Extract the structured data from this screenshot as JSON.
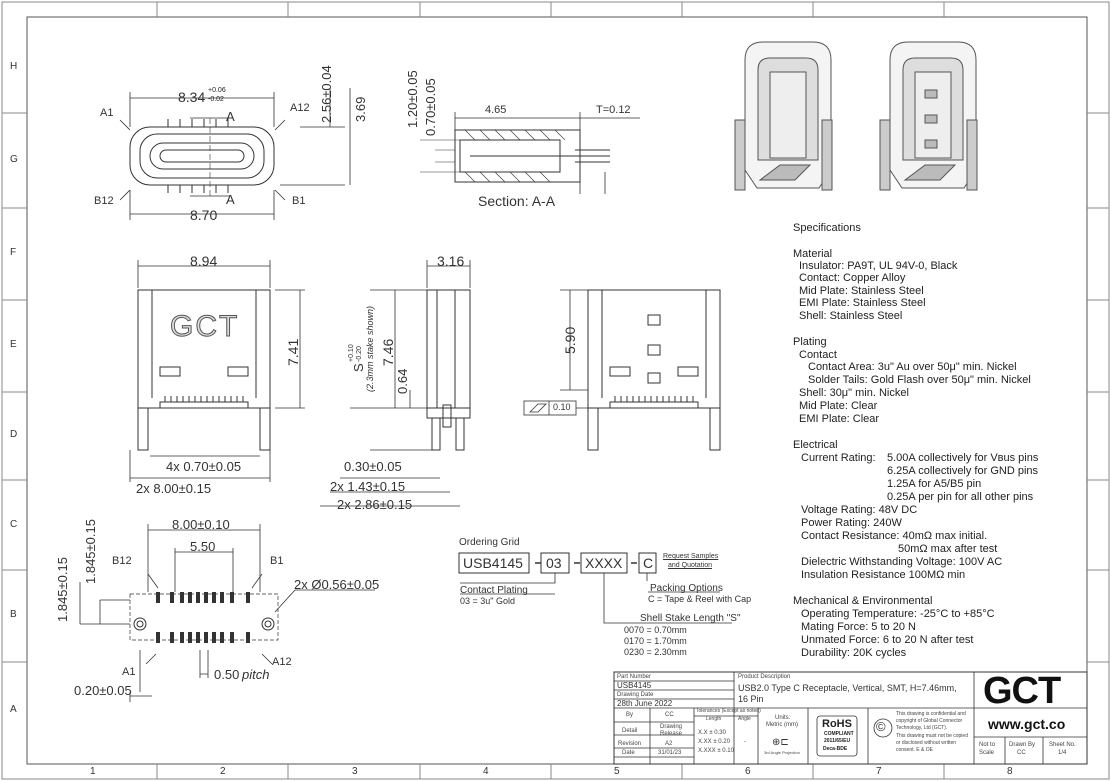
{
  "zone_letters": [
    "H",
    "G",
    "F",
    "E",
    "D",
    "C",
    "B",
    "A"
  ],
  "zone_numbers": [
    "1",
    "2",
    "3",
    "4",
    "5",
    "6",
    "7",
    "8"
  ],
  "top_view": {
    "width_dim": "8.34",
    "width_tol_plus": "+0.06",
    "width_tol_minus": "-0.02",
    "section_mark_top": "A",
    "section_mark_bottom": "A",
    "pin_a1": "A1",
    "pin_a12": "A12",
    "pin_b12": "B12",
    "pin_b1": "B1",
    "body_width": "8.70",
    "height_256": "2.56±0.04",
    "height_369": "3.69"
  },
  "section_view": {
    "dim_120": "1.20±0.05",
    "dim_070": "0.70±0.05",
    "dim_465": "4.65",
    "thickness": "T=0.12",
    "caption": "Section: A-A"
  },
  "front_view": {
    "width": "8.94",
    "height": "7.41",
    "logo": "GCT",
    "pin_width": "4x 0.70±0.05",
    "pin_spacing": "2x 8.00±0.15"
  },
  "side_view": {
    "depth": "3.16",
    "stake_main": "S",
    "stake_tol_plus": "+0.10",
    "stake_tol_minus": "-0.20",
    "stake_note": "(2.3mm stake shown)",
    "height": "7.46",
    "offset": "0.64",
    "dim_030": "0.30±0.05",
    "dim_143": "2x 1.43±0.15",
    "dim_286": "2x 2.86±0.15"
  },
  "rear_view": {
    "height": "5.90",
    "flatness": "0.10"
  },
  "footprint": {
    "dim_800": "8.00±0.10",
    "dim_550": "5.50",
    "dim_1845_outer": "1.845±0.15",
    "dim_1845_inner": "1.845±0.15",
    "hole_dia": "2x Ø0.56±0.05",
    "pin_b12": "B12",
    "pin_b1": "B1",
    "pin_a1": "A1",
    "pin_a12": "A12",
    "pitch_value": "0.50",
    "pitch_word": "pitch",
    "dim_020": "0.20±0.05"
  },
  "ordering_grid": {
    "title": "Ordering Grid",
    "part": "USB4145",
    "dash1": "–",
    "code1": "03",
    "dash2": "–",
    "code2": "XXXX",
    "dash3": "–",
    "code3": "C",
    "request_line1": "Request Samples",
    "request_line2": "and Quotation",
    "plating_title": "Contact Plating",
    "plating_opt": "03 = 3u\" Gold",
    "packing_title": "Packing Options",
    "packing_opt": "C = Tape & Reel with Cap",
    "stake_title": "Shell Stake Length \"S\"",
    "stake_opts": [
      "0070 = 0.70mm",
      "0170 = 1.70mm",
      "0230 = 2.30mm"
    ]
  },
  "specifications": {
    "title": "Specifications",
    "material_title": "Material",
    "material": [
      "Insulator: PA9T,  UL 94V-0, Black",
      "Contact: Copper Alloy",
      "Mid Plate: Stainless Steel",
      "EMI Plate: Stainless Steel",
      "Shell: Stainless Steel"
    ],
    "plating_title": "Plating",
    "plating_contact": "Contact",
    "plating_contact_lines": [
      "Contact Area: 3u\" Au over 50μ\" min. Nickel",
      "Solder Tails: Gold Flash over 50μ\" min. Nickel"
    ],
    "plating_other": [
      "Shell: 30μ\" min. Nickel",
      "Mid Plate: Clear",
      "EMI Plate: Clear"
    ],
    "electrical_title": "Electrical",
    "current_label": "Current Rating:",
    "current_lines": [
      "5.00A collectively for Vʙus pins",
      "6.25A collectively for GND pins",
      "1.25A for A5/B5 pin",
      "0.25A per pin for all other pins"
    ],
    "electrical_lines": [
      "Voltage Rating: 48V DC",
      "Power Rating: 240W",
      "Contact Resistance: 40mΩ max initial."
    ],
    "contact_res_after": "50mΩ max after test",
    "electrical_lines2": [
      "Dielectric Withstanding Voltage: 100V AC",
      "Insulation Resistance 100MΩ min"
    ],
    "mech_title": "Mechanical & Environmental",
    "mech_lines": [
      "Operating Temperature: -25°C to +85°C",
      "Mating Force: 5 to 20 N",
      "Unmated Force: 6 to 20 N after test",
      "Durability: 20K cycles"
    ]
  },
  "title_block": {
    "part_number_label": "Part Number",
    "part_number": "USB4145",
    "drawing_date_label": "Drawing Date",
    "drawing_date": "28th June 2022",
    "product_desc_label": "Product Description",
    "product_desc_line1": "USB2.0 Type C Receptacle, Vertical, SMT, H=7.46mm,",
    "product_desc_line2": "16 Pin",
    "by_label": "By",
    "by_value": "CC",
    "detail_label": "Detail",
    "detail_value1": "Drawing",
    "detail_value2": "Release",
    "revision_label": "Revision",
    "revision_value": "A2",
    "date_label": "Date",
    "date_value": "31/01/23",
    "tolerances_label1": "Tolerances (Except as noted)",
    "tol_length": "Length",
    "tol_angle": "Angle",
    "tol_lines": [
      "X.X ± 0.30",
      "X.XX ± 0.20",
      "X.XXX ± 0.10"
    ],
    "tol_angle_value": "-",
    "units_label": "Units:",
    "units_value": "Metric (mm)",
    "projection": "3rd Angle Projection",
    "rohs": "RoHS",
    "rohs_sub1": "COMPLIANT",
    "rohs_sub2": "2011/65/EU",
    "rohs_sub3": "Deca-BDE",
    "copyright": "©",
    "confidential": [
      "This drawing is confidential and",
      "copyright of Global Connector",
      "Technology, Ltd (GCT).",
      "This drawing must not be copied",
      "or disclosed without written",
      "consent. E & OE"
    ],
    "logo": "GCT",
    "website": "www.gct.co",
    "not_to_scale1": "Not to",
    "not_to_scale2": "Scale",
    "drawn_by_label": "Drawn By",
    "drawn_by_value": "CC",
    "sheet_label": "Sheet No.",
    "sheet_value": "1/4"
  }
}
